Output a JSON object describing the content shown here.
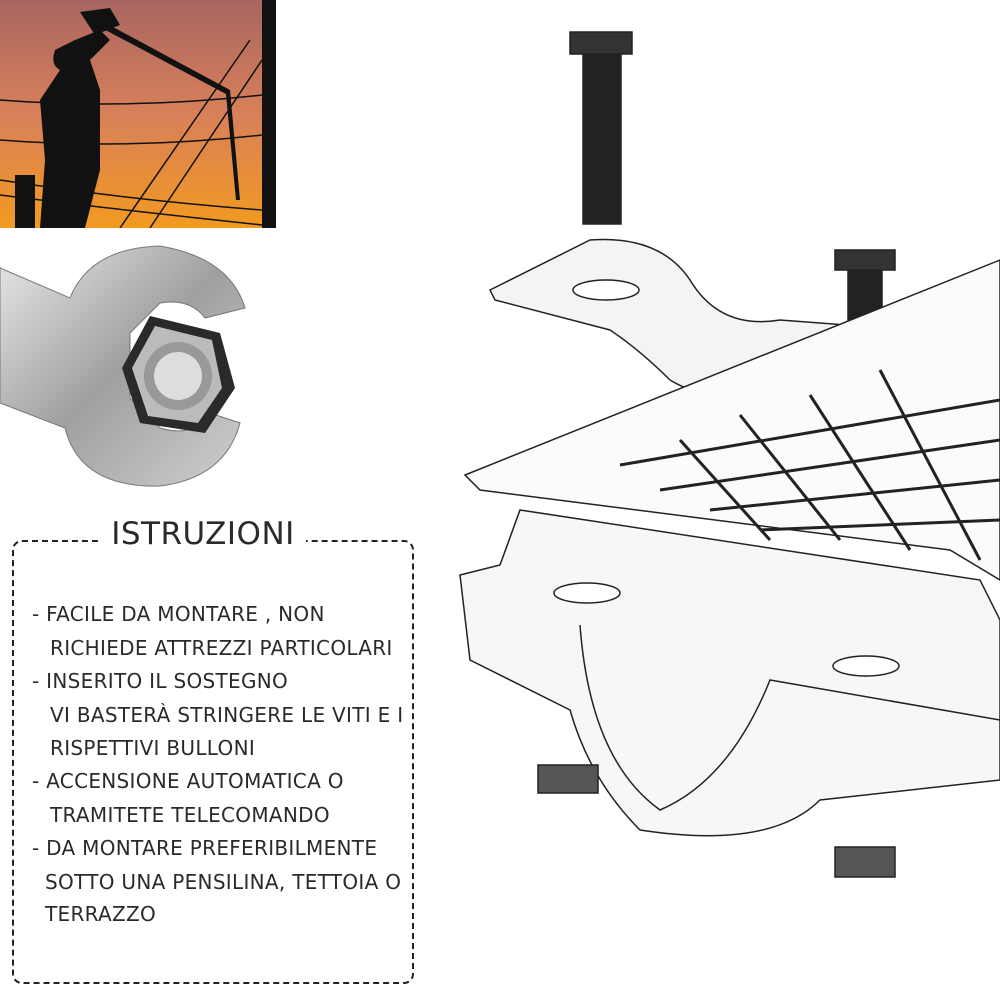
{
  "title": "ISTRUZIONI",
  "instructions": [
    "- FACILE DA MONTARE , NON",
    "RICHIEDE ATTREZZI PARTICOLARI",
    "- INSERITO IL SOSTEGNO",
    "VI BASTERÀ STRINGERE LE VITI E I",
    "RISPETTIVI BULLONI",
    "- ACCENSIONE AUTOMATICA O",
    "TRAMITETE TELECOMANDO",
    "- DA MONTARE PREFERIBILMENTE",
    "SOTTO UNA PENSILINA, TETTOIA O",
    "TERRAZZO"
  ],
  "colors": {
    "sunset_top": "#b86a5a",
    "sunset_bottom": "#f0901c",
    "text": "#2a2a2a"
  }
}
